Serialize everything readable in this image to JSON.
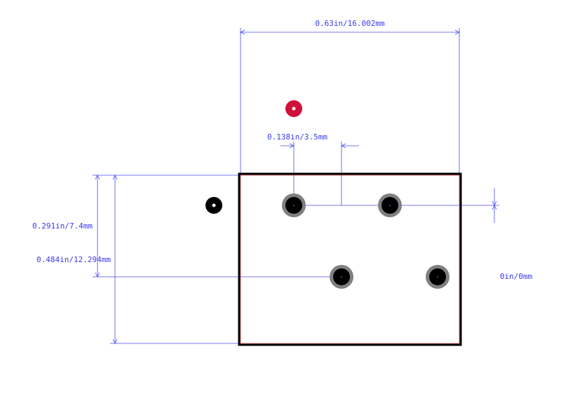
{
  "drawing": {
    "labels": {
      "overall_width": "0.63in/16.002mm",
      "pin_pitch": "0.138in/3.5mm",
      "row_spacing": "0.291in/7.4mm",
      "overall_height": "0.484in/12.294mm",
      "zero_offset": "0in/0mm"
    },
    "colors": {
      "dimension": "#4a4af0",
      "outline": "#000000",
      "outline_inner": "#d04a4a",
      "pad_ring": "#808080",
      "pad_hole": "#000000",
      "pin1_marker": "#d0103a",
      "origin_marker": "#000000"
    }
  }
}
